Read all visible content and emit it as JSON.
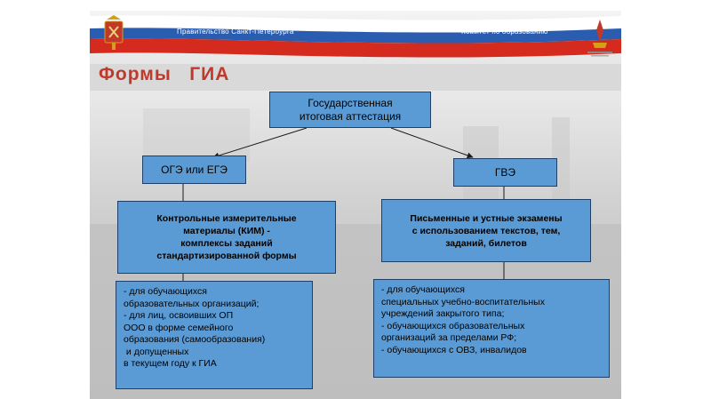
{
  "header": {
    "left_text": "Правительство Санкт-Петербурга",
    "right_text": "Комитет по образованию",
    "flag_colors": [
      "#ffffff",
      "#2a5db0",
      "#d52b1e"
    ]
  },
  "title": "Формы   ГИА",
  "nodes": {
    "root": [
      "Государственная",
      "итоговая аттестация"
    ],
    "left": "ОГЭ или ЕГЭ",
    "right": "ГВЭ",
    "left_desc": [
      "Контрольные измерительные",
      "материалы (КИМ) -",
      "комплексы заданий",
      "стандартизированной формы"
    ],
    "right_desc": [
      "Письменные и устные экзамены",
      "с использованием текстов, тем,",
      "заданий, билетов"
    ],
    "left_list": [
      "- для обучающихся",
      "образовательных организаций;",
      "- для лиц, освоивших ОП",
      "ООО в форме семейного",
      "образования (самообразования)",
      " и допущенных",
      "в текущем году к ГИА"
    ],
    "right_list": [
      "- для обучающихся",
      "специальных учебно-воспитательных",
      "учреждений закрытого типа;",
      "- обучающихся образовательных",
      "организаций за пределами РФ;",
      "- обучающихся с ОВЗ, инвалидов"
    ]
  },
  "colors": {
    "box_fill": "#5b9bd5",
    "box_border": "#1f3f66",
    "title": "#c0392b"
  }
}
